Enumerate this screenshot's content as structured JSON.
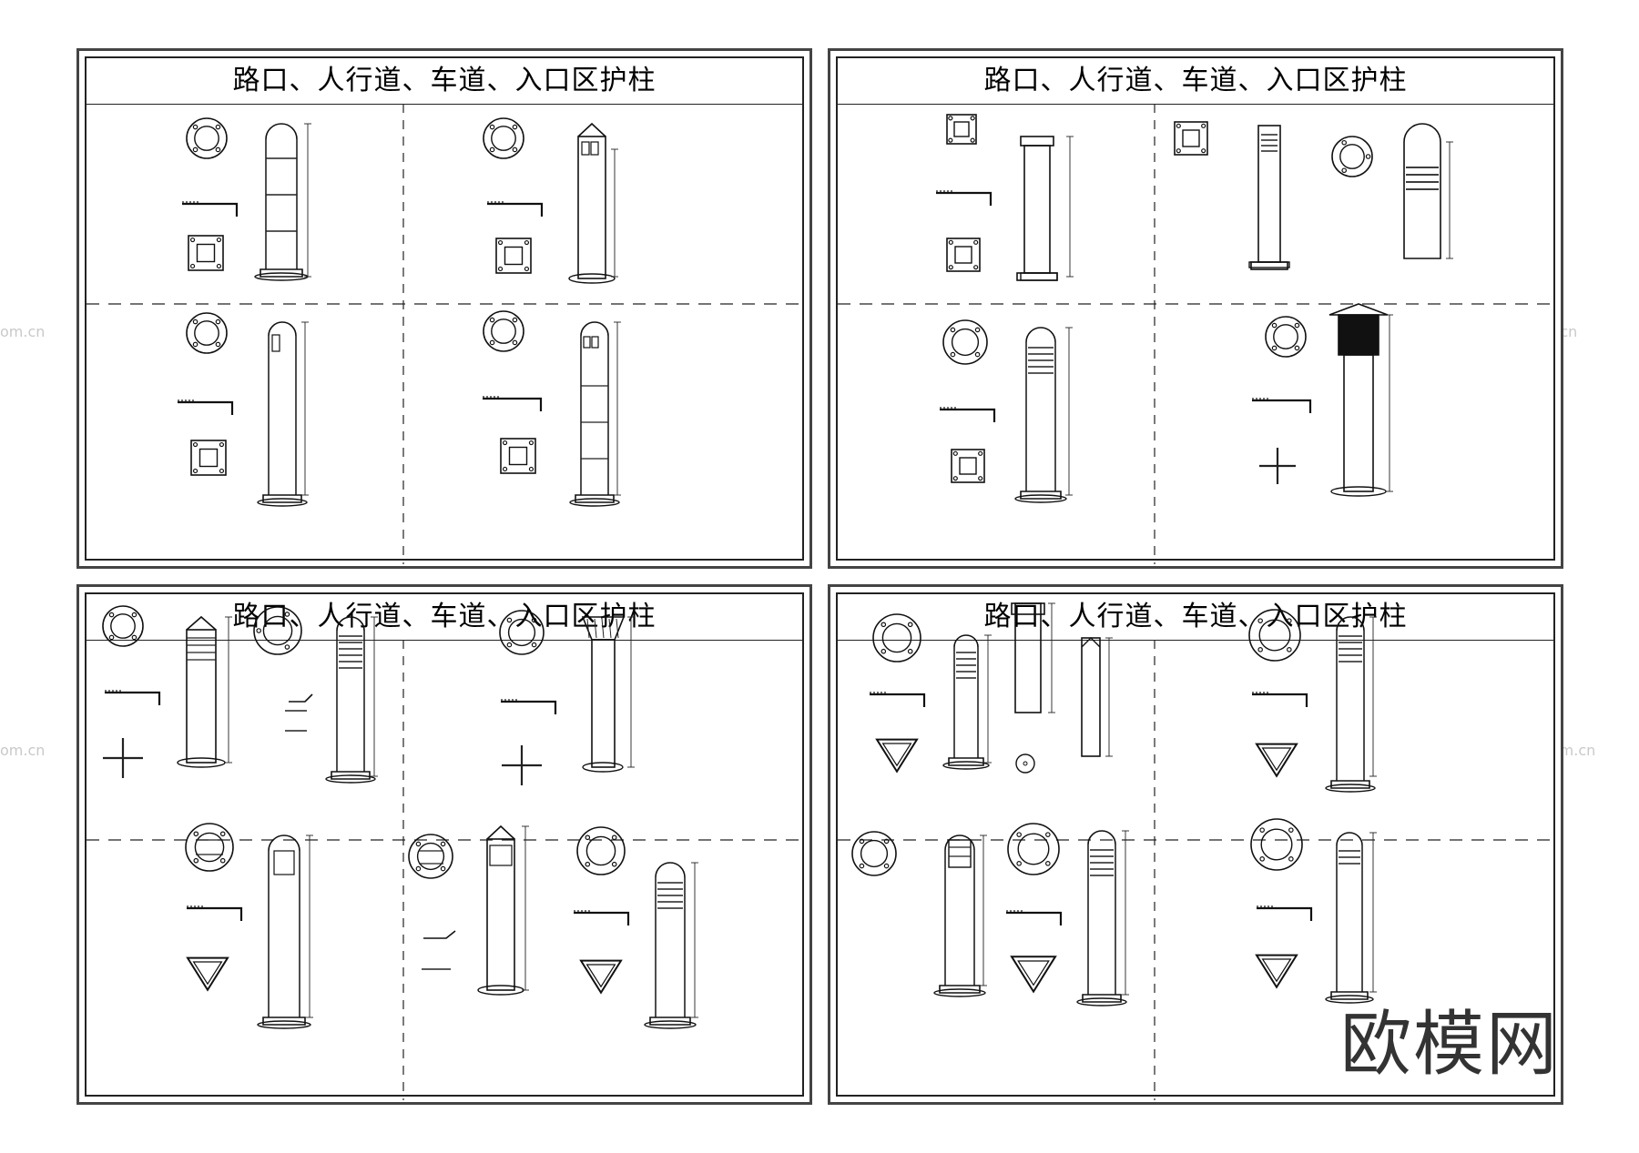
{
  "sheets": [
    {
      "title": "路口、人行道、车道、入口区护柱"
    },
    {
      "title": "路口、人行道、车道、入口区护柱"
    },
    {
      "title": "路口、人行道、车道、入口区护柱"
    },
    {
      "title": "路口、人行道、车道、入口区护柱"
    }
  ],
  "watermark": {
    "text": "欧模网",
    "url": "www.om.cn",
    "short": "om.cn"
  },
  "brand": "欧模网"
}
